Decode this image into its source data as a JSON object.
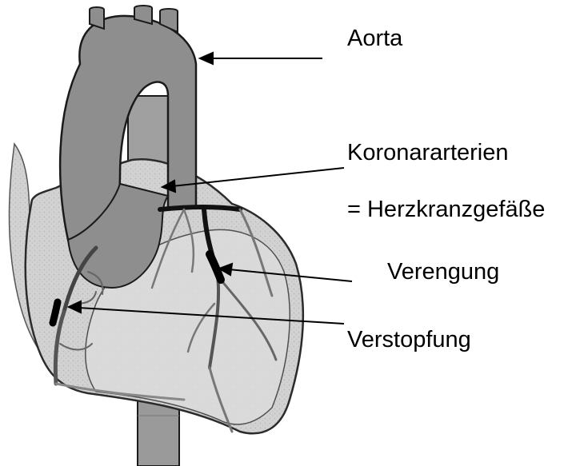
{
  "labels": {
    "aorta": "Aorta",
    "koronararterien": "Koronararterien",
    "herzkranzgefaesse": "= Herzkranzgefäße",
    "verengung": "Verengung",
    "verstopfung": "Verstopfung"
  },
  "colors": {
    "vessel_fill": "#8e8e8e",
    "vessel_stroke": "#1a1a1a",
    "heart_fill": "#d4d4d4",
    "heart_stroke": "#333333",
    "artery_dark": "#111111",
    "artery_light": "#9a9a9a",
    "text": "#000000"
  }
}
